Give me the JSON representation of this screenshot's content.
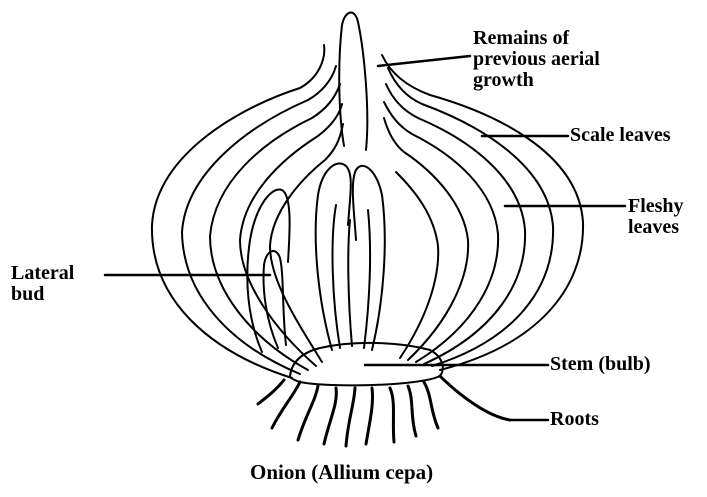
{
  "labels": {
    "remains": "Remains of previous aerial growth",
    "remains_lines": [
      "Remains of",
      "previous aerial",
      "growth"
    ],
    "scale_leaves": "Scale leaves",
    "fleshy_leaves": "Fleshy leaves",
    "fleshy_lines": [
      "Fleshy",
      "leaves"
    ],
    "lateral_bud": "Lateral bud",
    "lateral_lines": [
      "Lateral",
      "bud"
    ],
    "stem": "Stem (bulb)",
    "roots": "Roots"
  },
  "caption": "Onion (Allium cepa)"
}
